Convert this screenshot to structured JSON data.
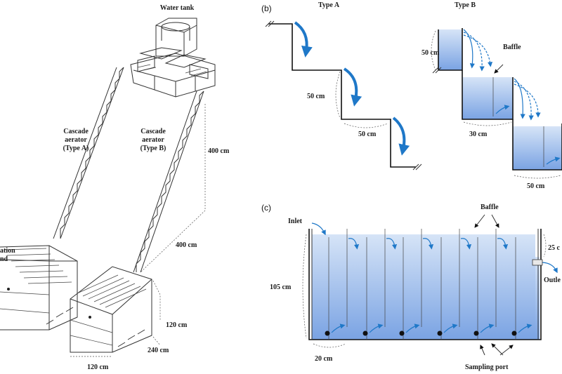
{
  "panel_a": {
    "title": "Water tank",
    "cascade_a_label": [
      "Cascade",
      "aerator",
      "(Type A)"
    ],
    "cascade_b_label": [
      "Cascade",
      "aerator",
      "(Type B)"
    ],
    "height_right": "400 cm",
    "length_slope": "400 cm",
    "pond_label": [
      "ation",
      "nd"
    ],
    "box_height": "120 cm",
    "box_length": "240 cm",
    "box_width": "120 cm"
  },
  "panel_b": {
    "marker": "(b)",
    "type_a": "Type A",
    "type_b": "Type B",
    "step_height_a": "50 cm",
    "step_length_a": "50 cm",
    "step_height_b": "50 cm",
    "baffle": "Baffle",
    "width_b1": "30 cm",
    "width_b2": "50 cm"
  },
  "panel_c": {
    "marker": "(c)",
    "inlet": "Inlet",
    "baffle": "Baffle",
    "height": "105 cm",
    "gap_right": "25 c",
    "outlet": "Outle",
    "spacing": "20 cm",
    "sampling_port": "Sampling port"
  },
  "colors": {
    "water_top": "#c9dcf5",
    "water_bottom": "#6f9be0",
    "arrow": "#1f78c8"
  }
}
